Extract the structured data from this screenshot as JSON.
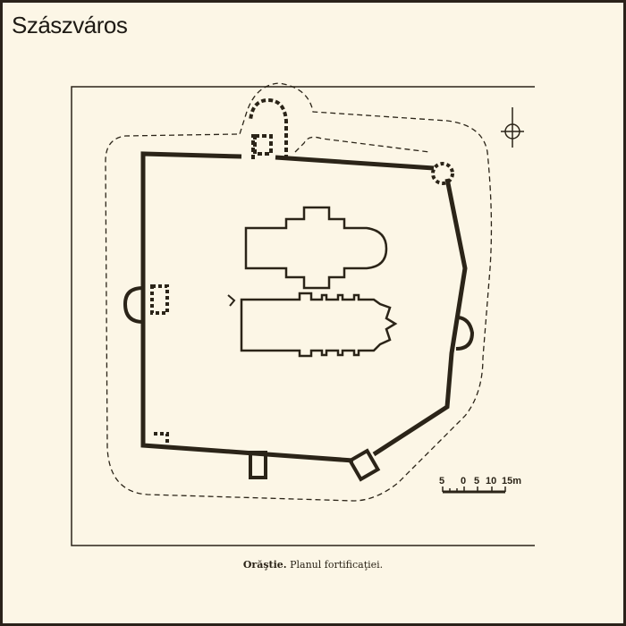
{
  "title": "Szászváros",
  "caption": {
    "place": "Orăştie.",
    "text": "Planul fortificaţiei."
  },
  "scale": {
    "labels": [
      "5",
      "0",
      "5",
      "10",
      "15m"
    ]
  },
  "colors": {
    "ink": "#2b2418",
    "paper": "#fcf6e6",
    "border": "#2a221a"
  }
}
